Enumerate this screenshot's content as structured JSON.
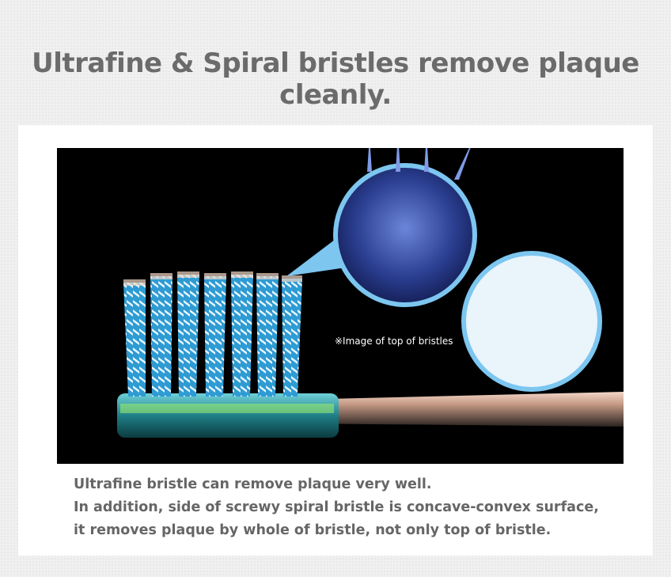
{
  "headline": "Ultrafine & Spiral bristles remove plaque cleanly.",
  "photo": {
    "caption_note": "※Image of top of bristles"
  },
  "description": {
    "lines": [
      "Ultrafine bristle can remove plaque very well.",
      "In addition, side of screwy spiral bristle is concave-convex surface,",
      "it removes plaque by whole of bristle, not only top of bristle."
    ]
  },
  "colors": {
    "background": "#f0f0f0",
    "headline": "#6b6b6b",
    "description": "#666666",
    "bristle_blue": "#3aa6d8",
    "gum_pink": "#e8607c",
    "circle_border": "#7cc6f0"
  }
}
